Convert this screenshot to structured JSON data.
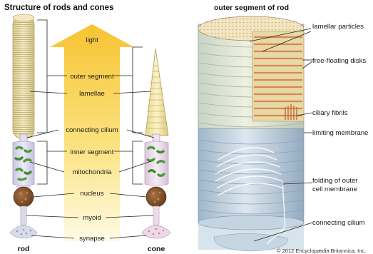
{
  "title_left": "Structure of rods and cones",
  "title_right": "outer segment of rod",
  "arrow_label": "light",
  "center_labels": {
    "outer_segment": "outer segment",
    "lamellae": "lamellae",
    "connecting_cilium": "connecting cilium",
    "inner_segment": "inner segment",
    "mitochondria": "mitochondria",
    "nucleus": "nucleus",
    "myoid": "myoid",
    "synapse": "synapse"
  },
  "bottom_labels": {
    "rod": "rod",
    "cone": "cone"
  },
  "right_labels": {
    "lamellar_particles": "lamellar particles",
    "free_floating_disks": "free-floating disks",
    "ciliary_fibrils": "ciliary fibrils",
    "limiting_membrane": "limiting membrane",
    "folding_line1": "folding of outer",
    "folding_line2": "cell membrane",
    "connecting_cilium": "connecting cilium"
  },
  "credit": "© 2012 Encyclopædia Britannica, Inc.",
  "colors": {
    "rod_outer": "#efe3b4",
    "rod_inner": "#dcd6ea",
    "nucleus": "#8a5a2e",
    "mitochondria": "#4e9a3a",
    "light_arrow": "#f7c63a",
    "right_disk": "#f0e6c4",
    "right_membrane": "#b6cadb"
  }
}
